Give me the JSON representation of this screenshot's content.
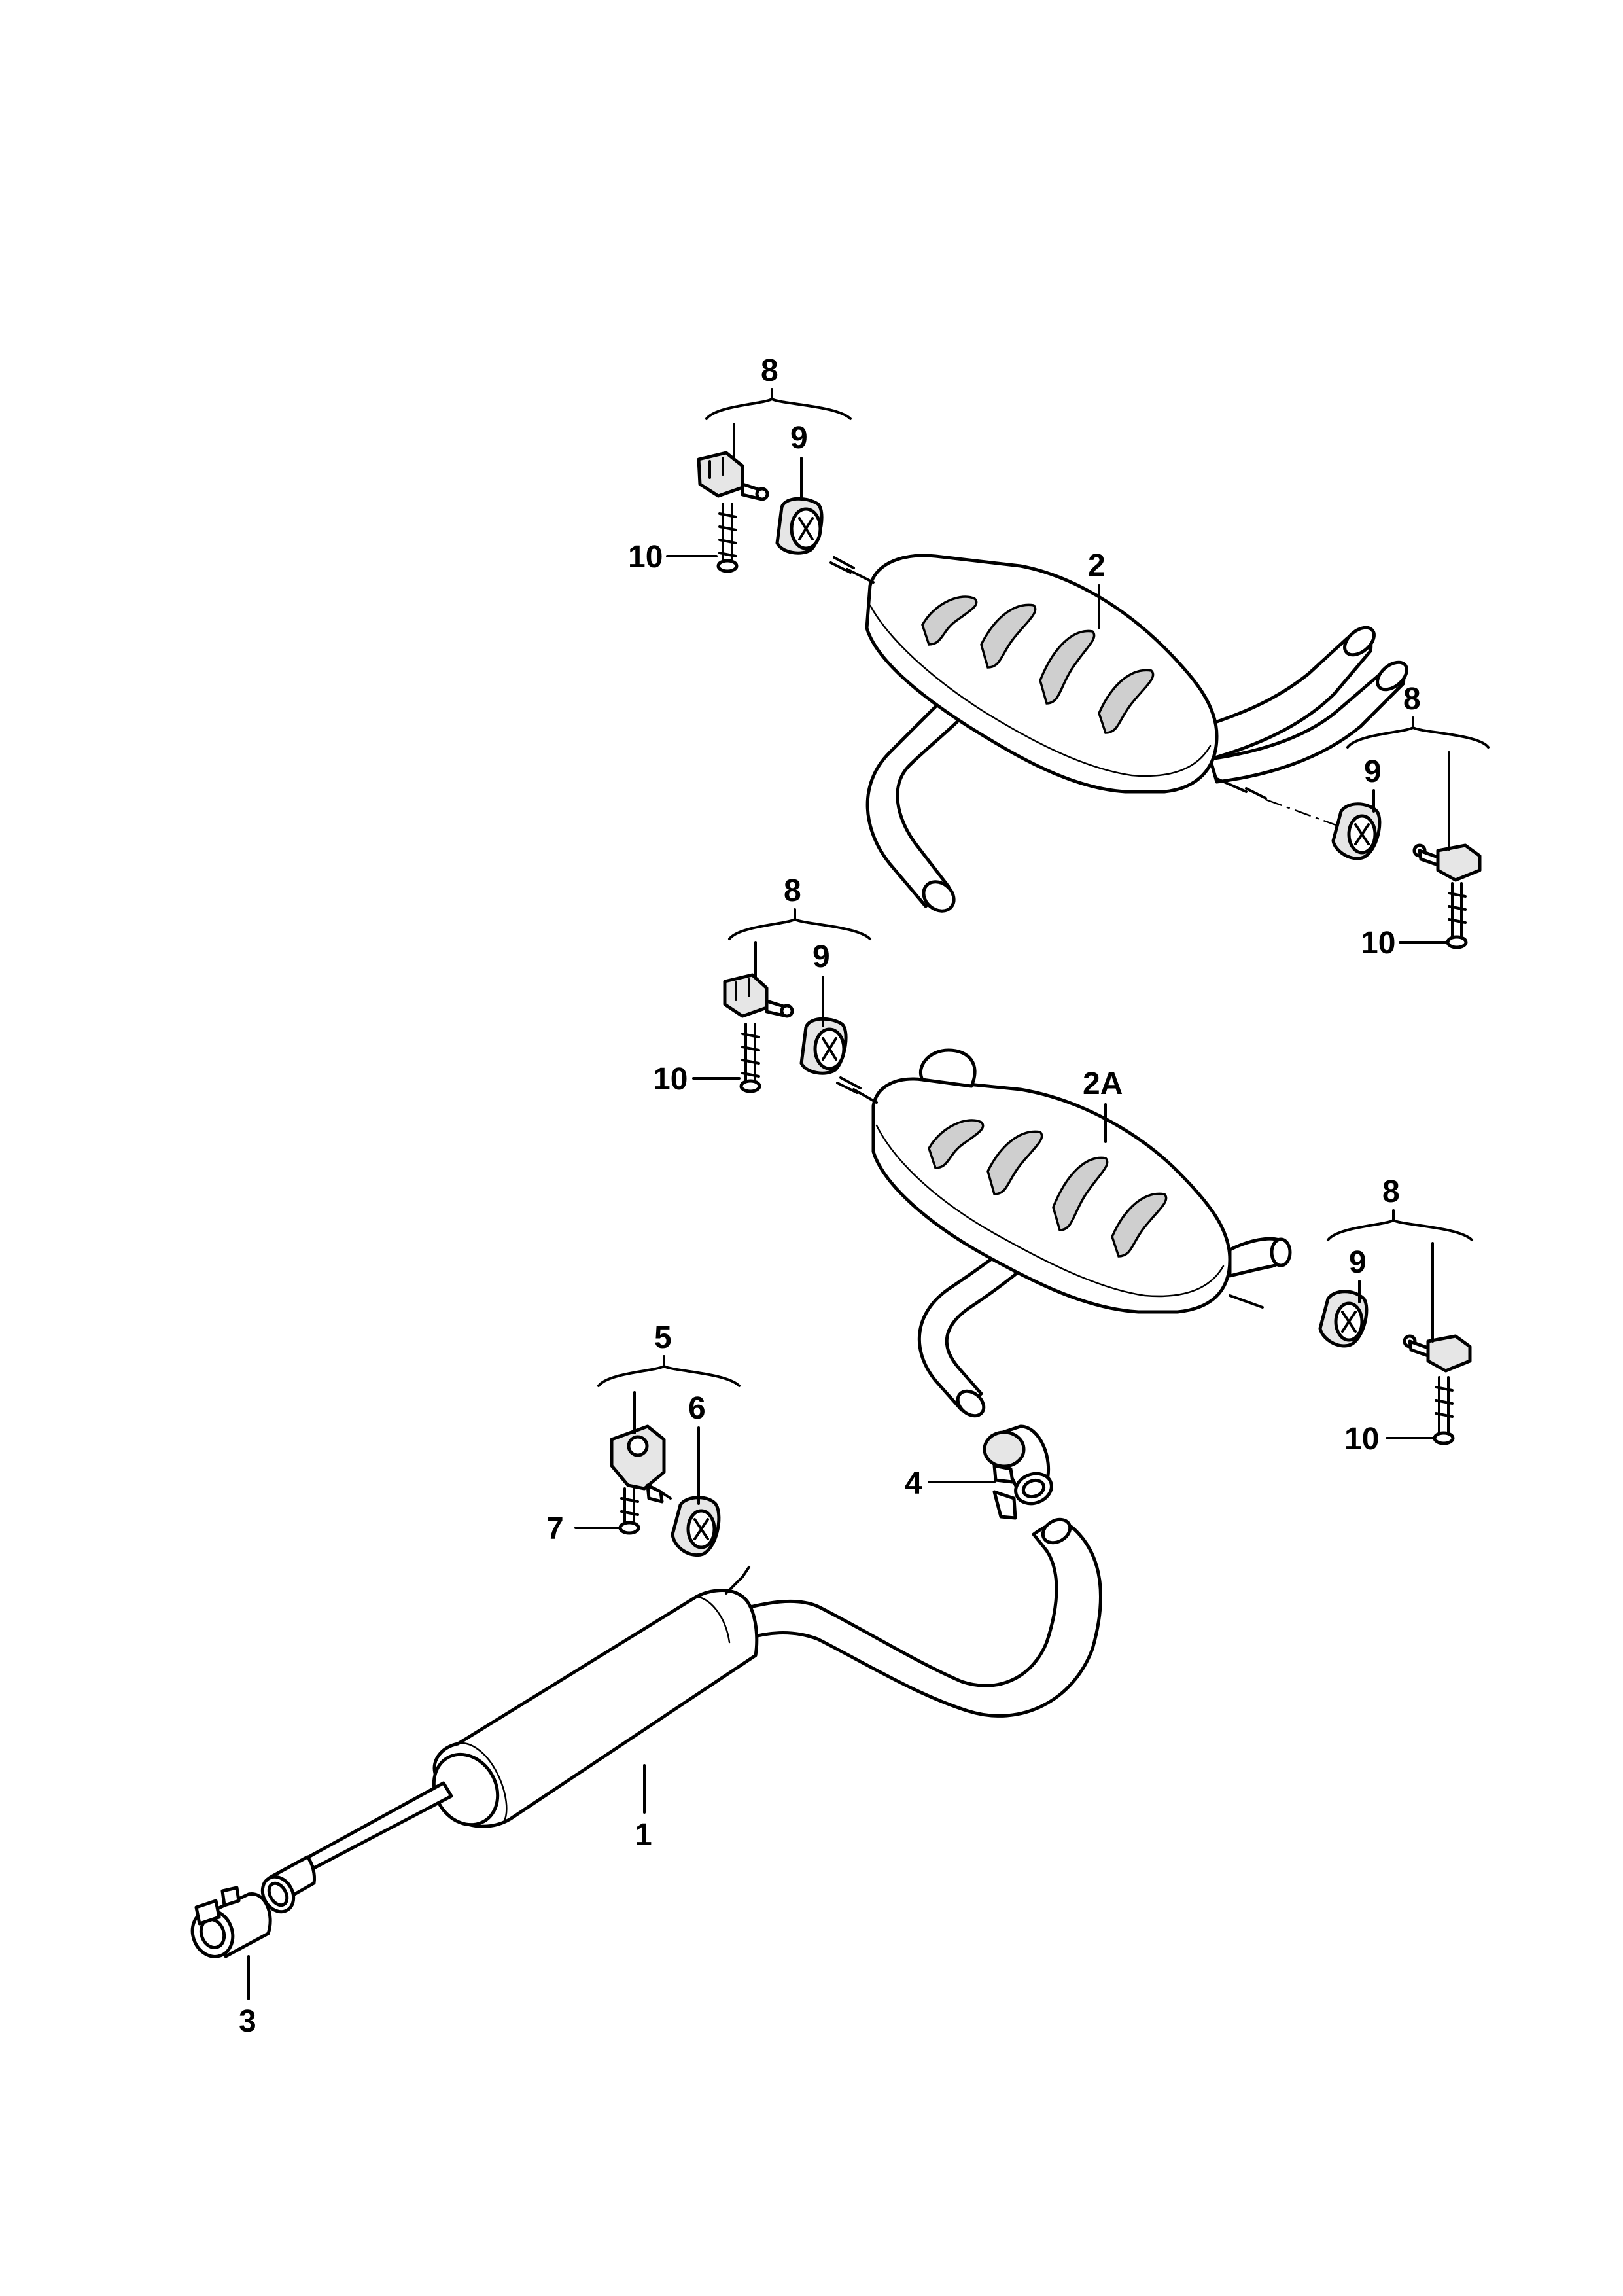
{
  "callouts": [
    {
      "id": "c1",
      "text": "1"
    },
    {
      "id": "c2",
      "text": "2"
    },
    {
      "id": "c2a",
      "text": "2A"
    },
    {
      "id": "c3",
      "text": "3"
    },
    {
      "id": "c4",
      "text": "4"
    },
    {
      "id": "c5",
      "text": "5"
    },
    {
      "id": "c6",
      "text": "6"
    },
    {
      "id": "c7",
      "text": "7"
    },
    {
      "id": "c8a",
      "text": "8"
    },
    {
      "id": "c8b",
      "text": "8"
    },
    {
      "id": "c8c",
      "text": "8"
    },
    {
      "id": "c8d",
      "text": "8"
    },
    {
      "id": "c9a",
      "text": "9"
    },
    {
      "id": "c9b",
      "text": "9"
    },
    {
      "id": "c9c",
      "text": "9"
    },
    {
      "id": "c9d",
      "text": "9"
    },
    {
      "id": "c10a",
      "text": "10"
    },
    {
      "id": "c10b",
      "text": "10"
    },
    {
      "id": "c10c",
      "text": "10"
    },
    {
      "id": "c10d",
      "text": "10"
    }
  ]
}
